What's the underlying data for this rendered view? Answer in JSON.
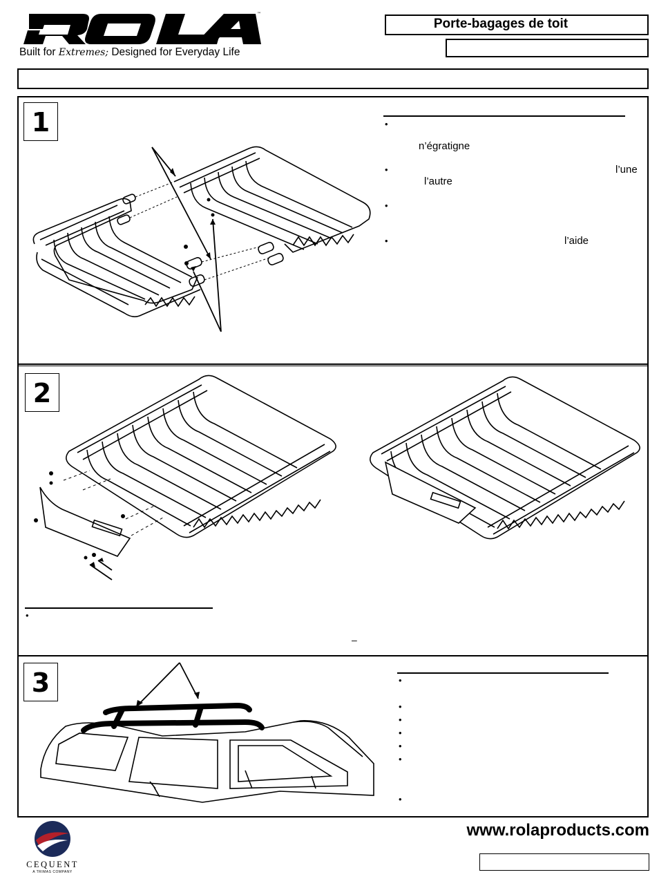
{
  "header": {
    "logo_text": "ROLA",
    "tagline_before": "Built for ",
    "tagline_script": "Extremes;",
    "tagline_after": " Designed for Everyday Life",
    "title": "Porte-bagages de toit"
  },
  "steps": [
    {
      "number": "1",
      "texts": [
        "n’égratigne",
        "l’une",
        "l’autre",
        "l’aide"
      ]
    },
    {
      "number": "2",
      "texts": [
        "–"
      ]
    },
    {
      "number": "3"
    }
  ],
  "footer": {
    "url": "www.rolaproducts.com",
    "company": "CEQUENT",
    "company_sub": "A TRIMAS COMPANY"
  },
  "colors": {
    "logo_navy": "#1c2b5a",
    "logo_red": "#b3202a"
  }
}
